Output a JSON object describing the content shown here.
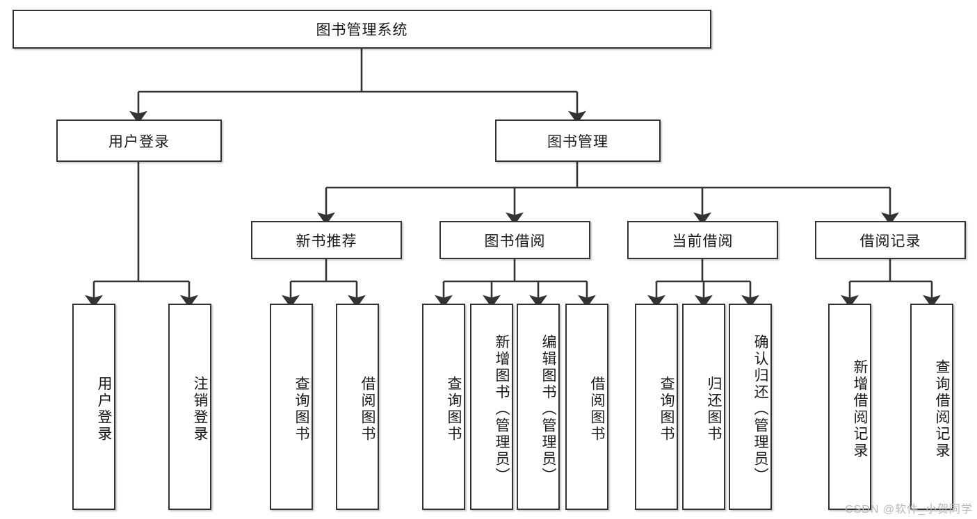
{
  "diagram": {
    "title": "图书管理系统",
    "type": "hierarchy-tree",
    "root": {
      "label": "图书管理系统",
      "children": [
        {
          "label": "用户登录",
          "children": [
            {
              "label": "用户登录"
            },
            {
              "label": "注销登录"
            }
          ]
        },
        {
          "label": "图书管理",
          "children": [
            {
              "label": "新书推荐",
              "children": [
                {
                  "label": "查询图书"
                },
                {
                  "label": "借阅图书"
                }
              ]
            },
            {
              "label": "图书借阅",
              "children": [
                {
                  "label": "查询图书"
                },
                {
                  "label": "新增图书（管理员）"
                },
                {
                  "label": "编辑图书（管理员）"
                },
                {
                  "label": "借阅图书"
                }
              ]
            },
            {
              "label": "当前借阅",
              "children": [
                {
                  "label": "查询图书"
                },
                {
                  "label": "归还图书"
                },
                {
                  "label": "确认归还（管理员）"
                }
              ]
            },
            {
              "label": "借阅记录",
              "children": [
                {
                  "label": "新增借阅记录"
                },
                {
                  "label": "查询借阅记录"
                }
              ]
            }
          ]
        }
      ]
    }
  },
  "nodes": {
    "root": "图书管理系统",
    "l2_user_login": "用户登录",
    "l2_book_manage": "图书管理",
    "l3_new_book": "新书推荐",
    "l3_borrow": "图书借阅",
    "l3_current": "当前借阅",
    "l3_record": "借阅记录",
    "leaf_user_login": "用户登录",
    "leaf_logout": "注销登录",
    "leaf_nb_query": "查询图书",
    "leaf_nb_borrow": "借阅图书",
    "leaf_bb_query": "查询图书",
    "leaf_bb_add": "新增图书（管理员）",
    "leaf_bb_edit": "编辑图书（管理员）",
    "leaf_bb_borrow": "借阅图书",
    "leaf_cur_query": "查询图书",
    "leaf_cur_return": "归还图书",
    "leaf_cur_confirm": "确认归还（管理员）",
    "leaf_rec_add": "新增借阅记录",
    "leaf_rec_query": "查询借阅记录"
  },
  "colors": {
    "border": "#333333",
    "fill": "#ffffff",
    "text": "#1a1a1a",
    "watermark": "#b9b9b9"
  },
  "watermark": "CSDN @软件_小贺同学"
}
